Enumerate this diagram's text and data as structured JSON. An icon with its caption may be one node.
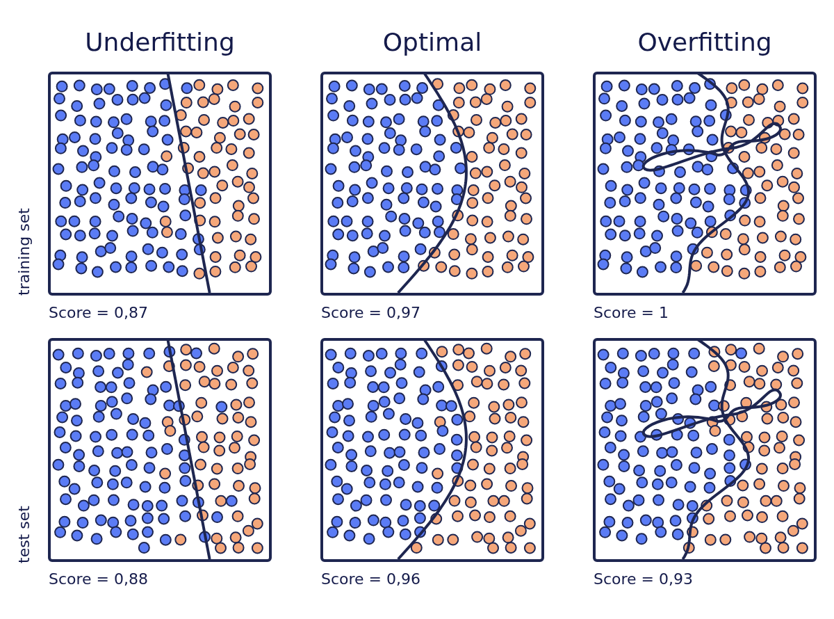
{
  "diagram": {
    "labels": [
      "Underfitting",
      "Optimal",
      "Overfitting",
      "training set",
      "Score = 0,87",
      "Score = 0,97",
      "Score = 1",
      "test set",
      "Score = 0,88",
      "Score = 0,96",
      "Score = 0,93"
    ]
  }
}
